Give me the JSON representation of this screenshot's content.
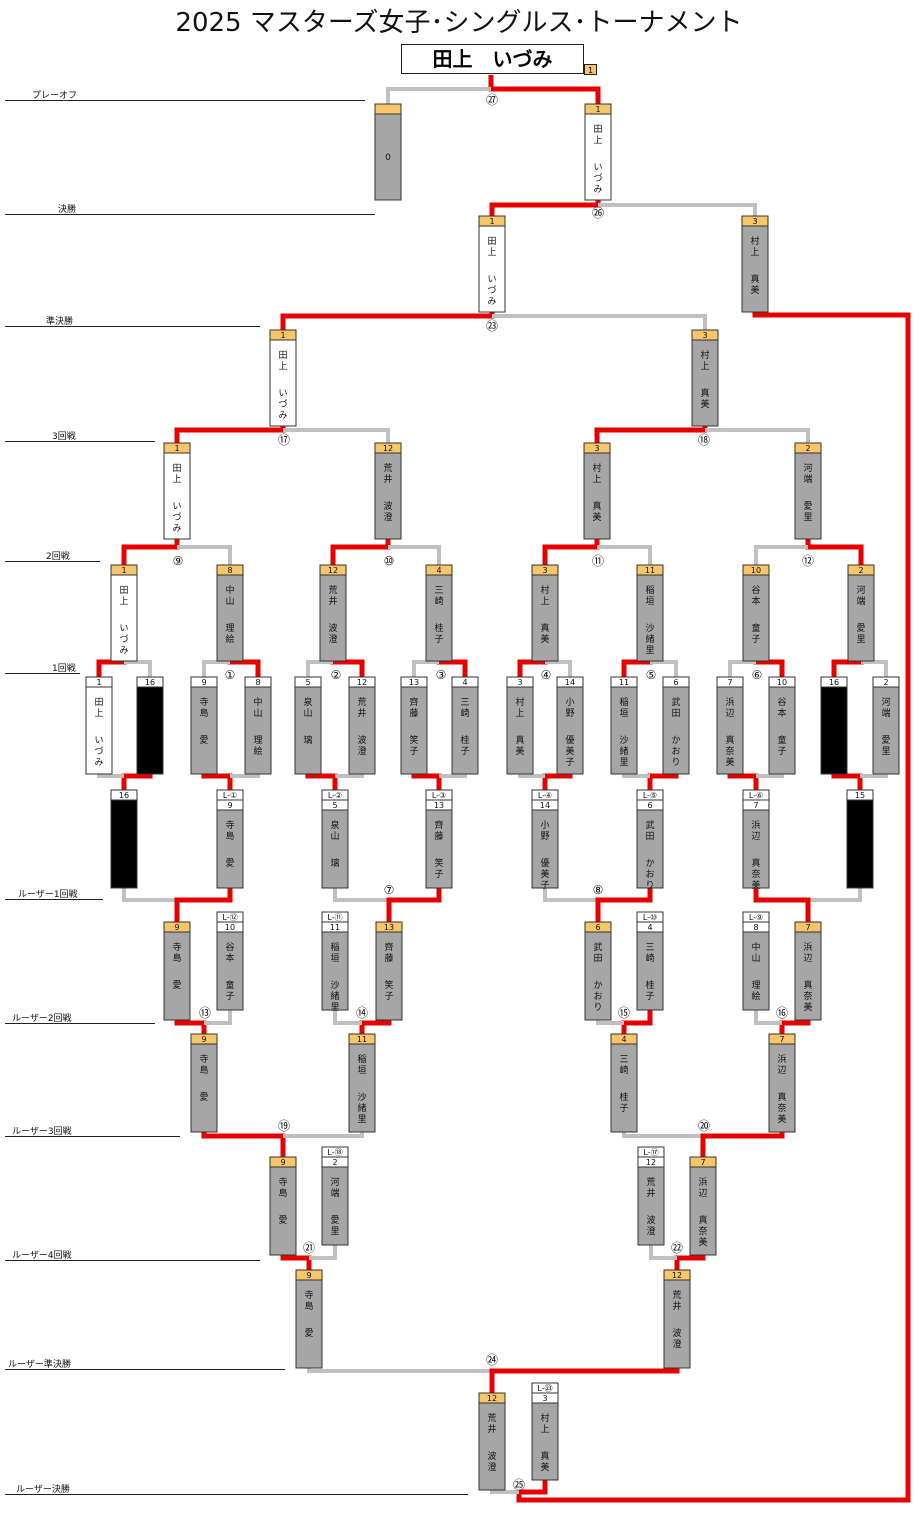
{
  "title": "2025 マスターズ女子･シングルス･トーナメント",
  "champion": {
    "name": "田上　いづみ",
    "seed": "1"
  },
  "colors": {
    "win_line": "#e60000",
    "lose_line": "#c0c0c0",
    "seed_bg": "#f7c56a",
    "box_grey": "#a6a6a6",
    "box_white": "#ffffff",
    "box_black": "#000000"
  },
  "round_labels": [
    "プレーオフ",
    "決勝",
    "準決勝",
    "3回戦",
    "2回戦",
    "1回戦",
    "ルーザー1回戦",
    "ルーザー2回戦",
    "ルーザー3回戦",
    "ルーザー4回戦",
    "ルーザー準決勝",
    "ルーザー決勝"
  ],
  "match_numbers": [
    "①",
    "②",
    "③",
    "④",
    "⑤",
    "⑥",
    "⑦",
    "⑧",
    "⑨",
    "⑩",
    "⑪",
    "⑫",
    "⑬",
    "⑭",
    "⑮",
    "⑯",
    "⑰",
    "⑱",
    "⑲",
    "⑳",
    "㉑",
    "㉒",
    "㉓",
    "㉔",
    "㉕",
    "㉖",
    "㉗"
  ],
  "players": {
    "tagami": "田上　いづみ",
    "murakami": "村上　真美",
    "arai": "荒井　波澄",
    "kawabata": "河端　愛里",
    "nakayama": "中山　理絵",
    "misaki": "三崎　桂子",
    "inagaki": "稲垣　沙緒里",
    "tanimoto": "谷本　童子",
    "terashima": "寺島　愛",
    "izumiyama": "泉山　璃",
    "saito": "齊藤　笑子",
    "ono": "小野　優美子",
    "takeda": "武田　かおり",
    "hamabe": "浜辺　真奈美"
  },
  "boxes": [
    {
      "seed": "1",
      "player": "tagami",
      "style": "white",
      "label": ""
    },
    {
      "seed": "",
      "player": "",
      "style": "grey",
      "label": "0"
    },
    {
      "seed": "3",
      "player": "murakami",
      "style": "grey",
      "label": ""
    },
    {
      "seed": "12",
      "player": "arai",
      "style": "grey",
      "label": ""
    },
    {
      "seed": "2",
      "player": "kawabata",
      "style": "grey",
      "label": ""
    },
    {
      "seed": "8",
      "player": "nakayama",
      "style": "grey",
      "label": ""
    },
    {
      "seed": "4",
      "player": "misaki",
      "style": "grey",
      "label": ""
    },
    {
      "seed": "11",
      "player": "inagaki",
      "style": "grey",
      "label": ""
    },
    {
      "seed": "10",
      "player": "tanimoto",
      "style": "grey",
      "label": ""
    },
    {
      "seed": "9",
      "player": "terashima",
      "style": "grey",
      "label": ""
    },
    {
      "seed": "5",
      "player": "izumiyama",
      "style": "grey",
      "label": ""
    },
    {
      "seed": "13",
      "player": "saito",
      "style": "grey",
      "label": ""
    },
    {
      "seed": "14",
      "player": "ono",
      "style": "grey",
      "label": ""
    },
    {
      "seed": "6",
      "player": "takeda",
      "style": "grey",
      "label": ""
    },
    {
      "seed": "7",
      "player": "hamabe",
      "style": "grey",
      "label": ""
    },
    {
      "seed": "16",
      "player": "",
      "style": "black",
      "label": ""
    },
    {
      "seed": "15",
      "player": "",
      "style": "black",
      "label": ""
    }
  ],
  "loser_tags": [
    "L-①",
    "L-②",
    "L-③",
    "L-④",
    "L-⑤",
    "L-⑥",
    "L-⑨",
    "L-⑩",
    "L-⑪",
    "L-⑫",
    "L-⑰",
    "L-⑱",
    "L-㉓"
  ]
}
